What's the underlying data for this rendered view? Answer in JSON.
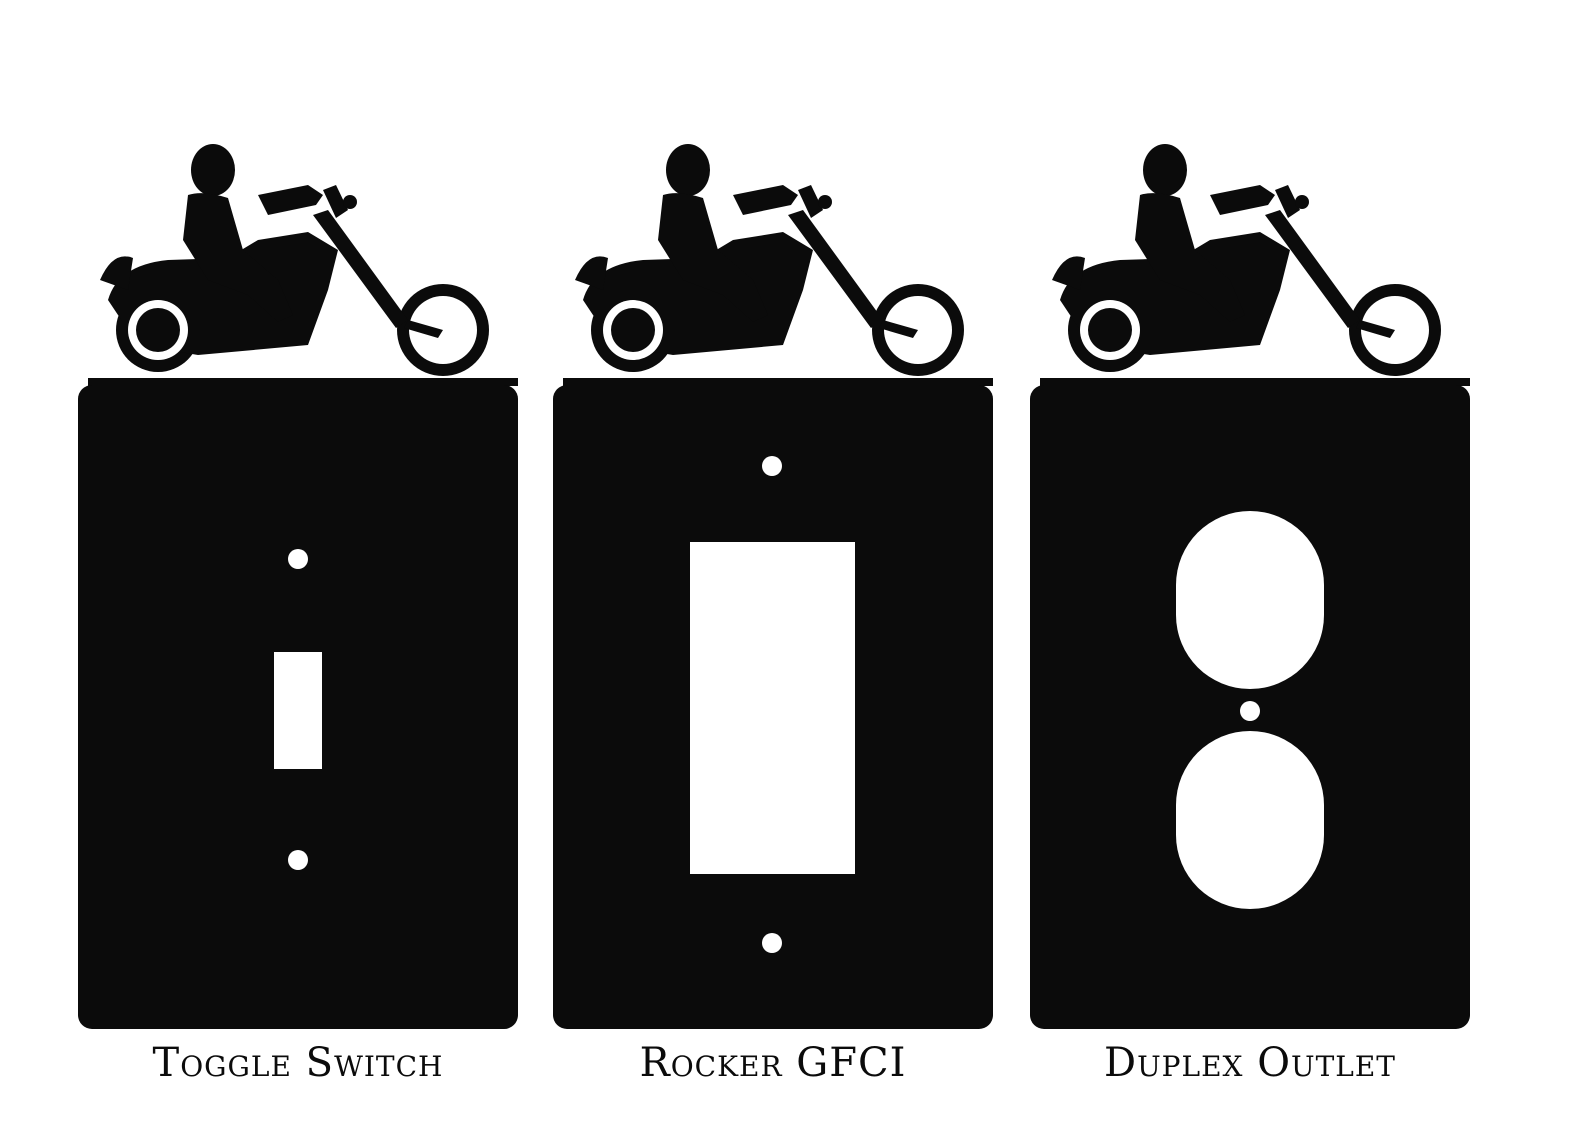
{
  "colors": {
    "background": "#ffffff",
    "plate": "#0b0b0b",
    "cutout": "#ffffff"
  },
  "products": [
    {
      "label": "Toggle Switch",
      "cutout": "toggle",
      "icon": "motorcycle-rider-icon"
    },
    {
      "label": "Rocker GFCI",
      "cutout": "rocker",
      "icon": "motorcycle-rider-icon"
    },
    {
      "label": "Duplex Outlet",
      "cutout": "duplex",
      "icon": "motorcycle-rider-icon"
    }
  ]
}
